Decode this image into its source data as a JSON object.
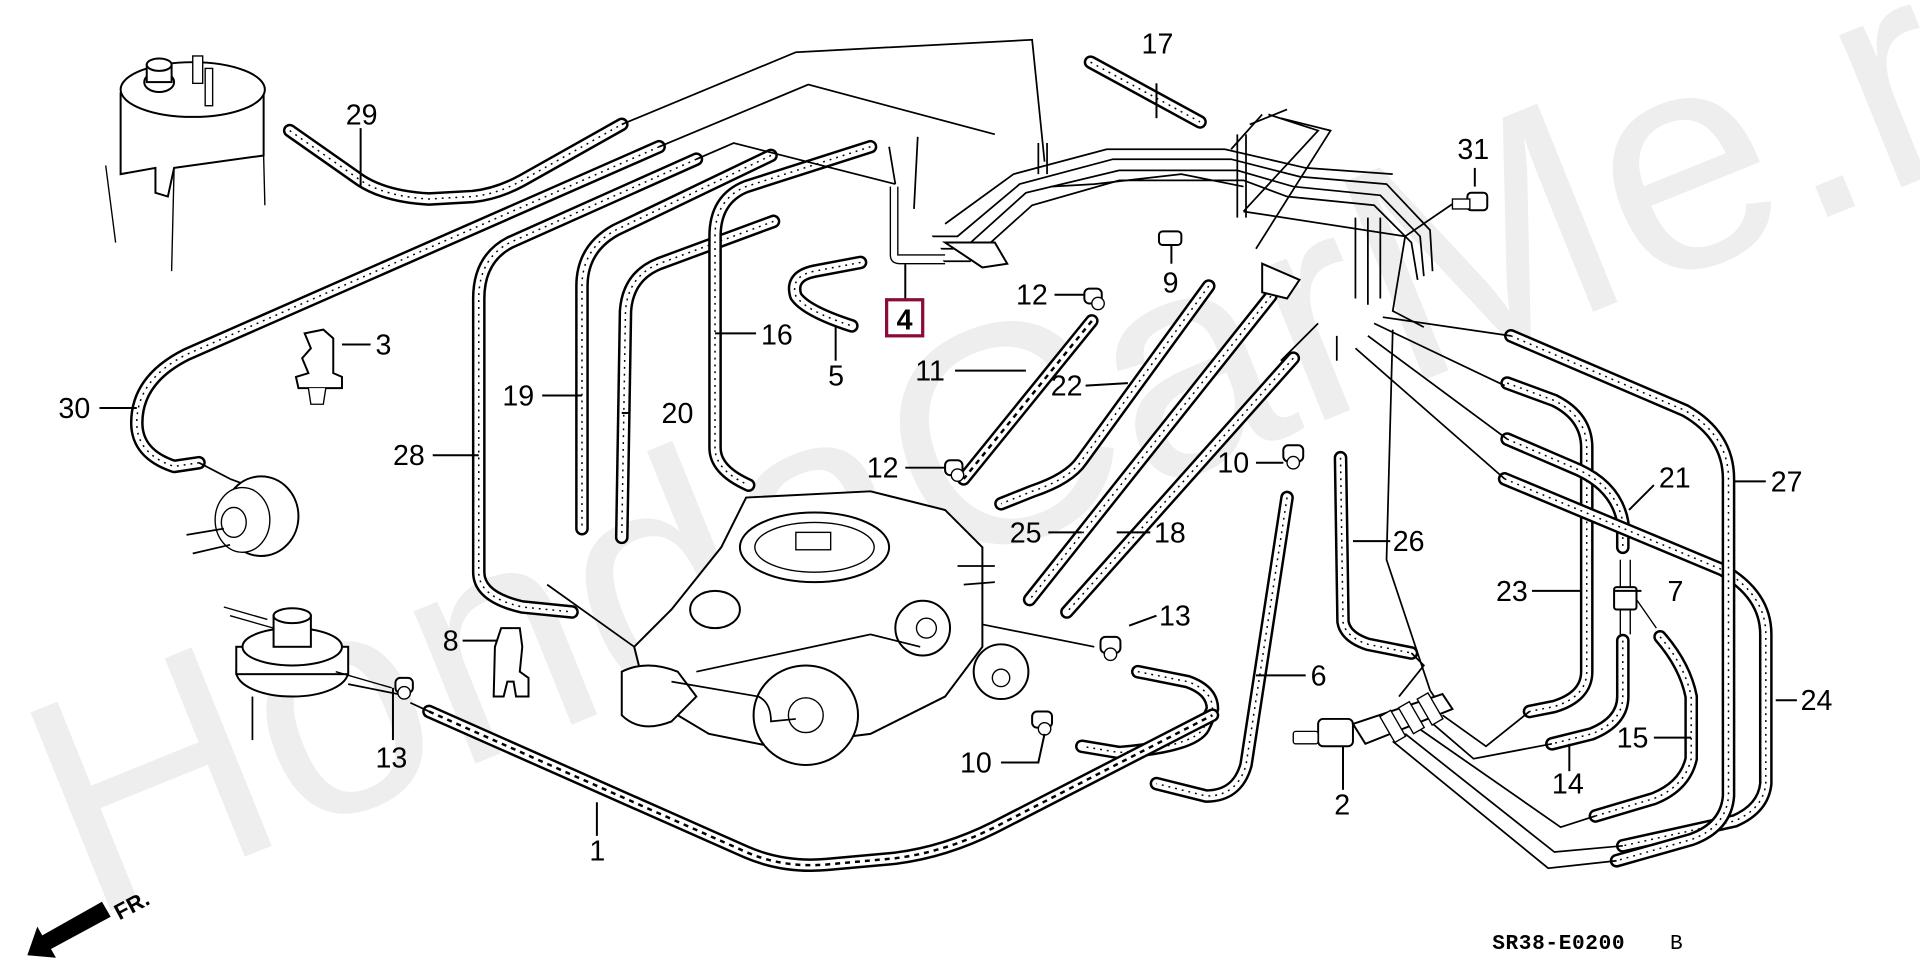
{
  "diagram": {
    "title": "Honda tubing / vacuum hose parts diagram",
    "watermark": "HondaCarMe.ru",
    "code": "SR38-E0200",
    "code_suffix": "B",
    "direction_label": "FR.",
    "highlight_color": "#8b0a3a",
    "highlighted_part": "4"
  },
  "callouts": {
    "p1": "1",
    "p2": "2",
    "p3": "3",
    "p4": "4",
    "p5": "5",
    "p6": "6",
    "p7": "7",
    "p8": "8",
    "p9": "9",
    "p10a": "10",
    "p10b": "10",
    "p11": "11",
    "p12a": "12",
    "p12b": "12",
    "p13a": "13",
    "p13b": "13",
    "p14": "14",
    "p15": "15",
    "p16": "16",
    "p17": "17",
    "p18": "18",
    "p19": "19",
    "p20": "20",
    "p21": "21",
    "p22": "22",
    "p23": "23",
    "p24": "24",
    "p25": "25",
    "p26": "26",
    "p27": "27",
    "p28": "28",
    "p29": "29",
    "p30": "30",
    "p31": "31"
  }
}
